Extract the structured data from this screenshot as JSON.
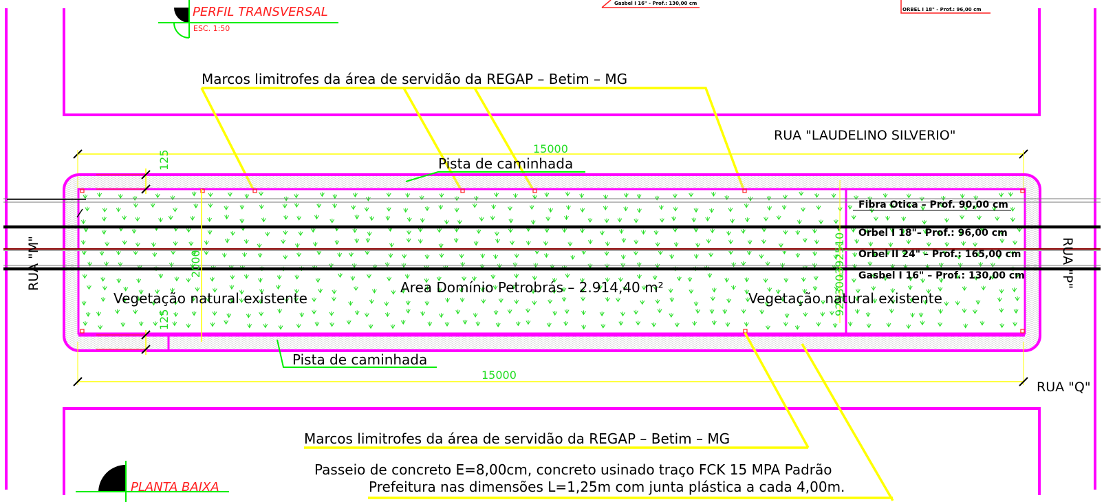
{
  "title_top": {
    "text": "PERFIL TRANSVERSAL",
    "scale": "ESC. 1:50"
  },
  "title_bottom": {
    "text": "PLANTA BAIXA"
  },
  "clipped_labels": {
    "top_center": "Gasbel I 16\" - Prof.: 130,00 cm",
    "top_right": "ORBEL I 18\" - Prof.: 96,00 cm"
  },
  "marcos_top": "Marcos   limitrofes  da  área  de  servidão  da  REGAP  –  Betim  –  MG",
  "marcos_bottom": "Marcos   limitrofes  da  área  de  servidão  da  REGAP  –  Betim  –  MG",
  "streets": {
    "north": "RUA  \"LAUDELINO  SILVERIO\"",
    "west": "RUA  \"M\"",
    "east": "RUA  \"P\"",
    "south": "RUA  \"Q\""
  },
  "pista_top": "Pista  de  caminhada",
  "pista_bottom": "Pista  de  caminhada",
  "dimensions": {
    "top_length": "15000",
    "bottom_length": "15000",
    "walk_top": "125",
    "walk_bottom": "125",
    "width": "2000",
    "right_stack": "925300392510"
  },
  "area_label": "Area  Domínio  Petrobrás  –  2.914,40  m²",
  "vegetation_left": "Vegetação  natural  existente",
  "vegetation_right": "Vegetação  natural  existente",
  "pipelines": [
    {
      "label": "Fibra Otica  –  Prof.  90,00  cm",
      "color": "#555555"
    },
    {
      "label": "Orbel  I  18\"–  Prof.:  96,00  cm",
      "color": "#000000"
    },
    {
      "label": "Orbel  II  24\"  –  Prof.:  165,00  cm",
      "color": "#8b0000"
    },
    {
      "label": "Gasbel  I  16\"  –  Prof.:  130,00  cm",
      "color": "#000000"
    }
  ],
  "notes": [
    "Passeio  de  concreto  E=8,00cm,  concreto  usinado  traço  FCK  15  MPA  Padrão",
    "Prefeitura  nas  dimensões  L=1,25m  com  junta  plástica  a  cada  4,00m."
  ],
  "colors": {
    "boundary": "#ff00ff",
    "leader": "#ffff00",
    "dimension": "#00ee00",
    "title": "#ff2020"
  }
}
